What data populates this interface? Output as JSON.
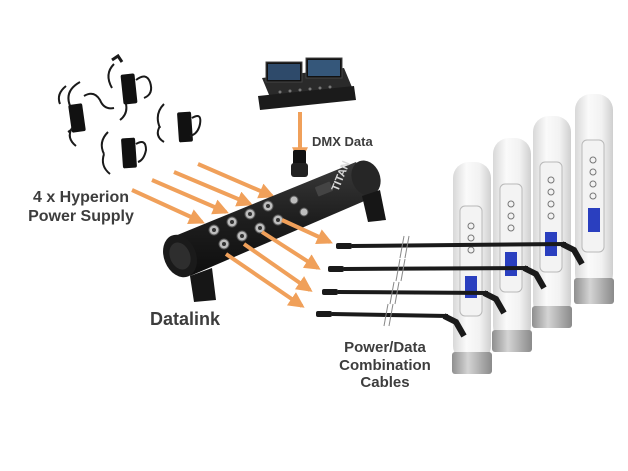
{
  "labels": {
    "power_supply": "4 x Hyperion\nPower Supply",
    "dmx_data": "DMX Data",
    "datalink": "Datalink",
    "cables": "Power/Data\nCombination\nCables"
  },
  "device_text": {
    "datalink_brand": "TITAN"
  },
  "colors": {
    "arrow": "#f0a05a",
    "device_body": "#1c1c1c",
    "tube": "#eeeeee",
    "tube_base": "#a9a9a9",
    "label": "#3d3d3d",
    "screen": "#2a3fbf"
  }
}
